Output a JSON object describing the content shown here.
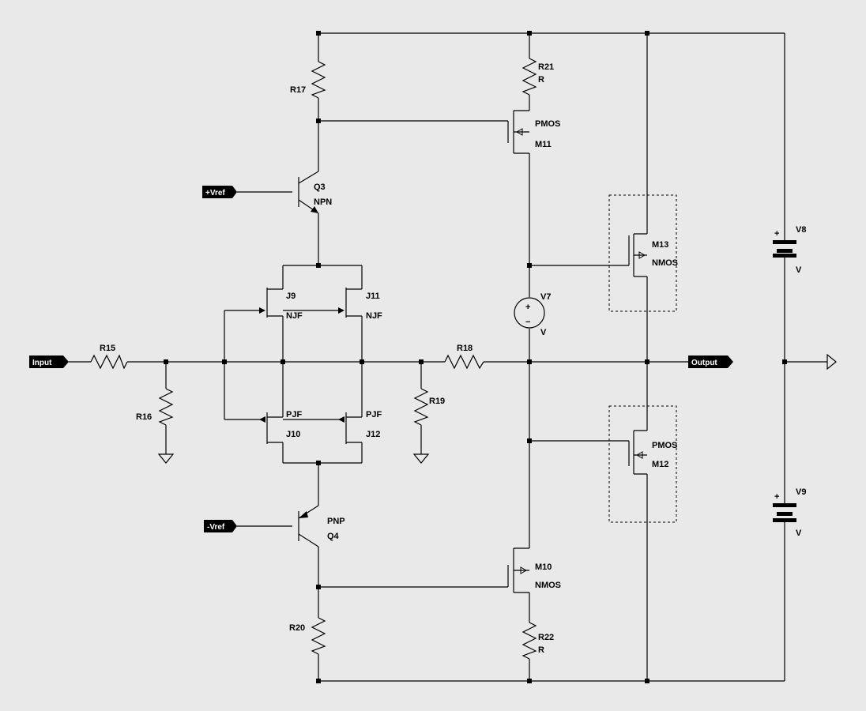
{
  "ports": {
    "input": "Input",
    "output": "Output",
    "vref_pos": "+Vref",
    "vref_neg": "-Vref"
  },
  "components": {
    "R15": {
      "ref": "R15"
    },
    "R16": {
      "ref": "R16"
    },
    "R17": {
      "ref": "R17"
    },
    "R18": {
      "ref": "R18"
    },
    "R19": {
      "ref": "R19"
    },
    "R20": {
      "ref": "R20"
    },
    "R21": {
      "ref": "R21",
      "value": "R"
    },
    "R22": {
      "ref": "R22",
      "value": "R"
    },
    "Q3": {
      "ref": "Q3",
      "model": "NPN"
    },
    "Q4": {
      "ref": "Q4",
      "model": "PNP"
    },
    "J9": {
      "ref": "J9",
      "model": "NJF"
    },
    "J10": {
      "ref": "J10",
      "model": "PJF"
    },
    "J11": {
      "ref": "J11",
      "model": "NJF"
    },
    "J12": {
      "ref": "J12",
      "model": "PJF"
    },
    "M10": {
      "ref": "M10",
      "model": "NMOS"
    },
    "M11": {
      "ref": "M11",
      "model": "PMOS"
    },
    "M12": {
      "ref": "M12",
      "model": "PMOS"
    },
    "M13": {
      "ref": "M13",
      "model": "NMOS"
    },
    "V7": {
      "ref": "V7",
      "value": "V"
    },
    "V8": {
      "ref": "V8",
      "value": "V"
    },
    "V9": {
      "ref": "V9",
      "value": "V"
    }
  },
  "symbols": {
    "plus": "+",
    "minus": "−"
  }
}
